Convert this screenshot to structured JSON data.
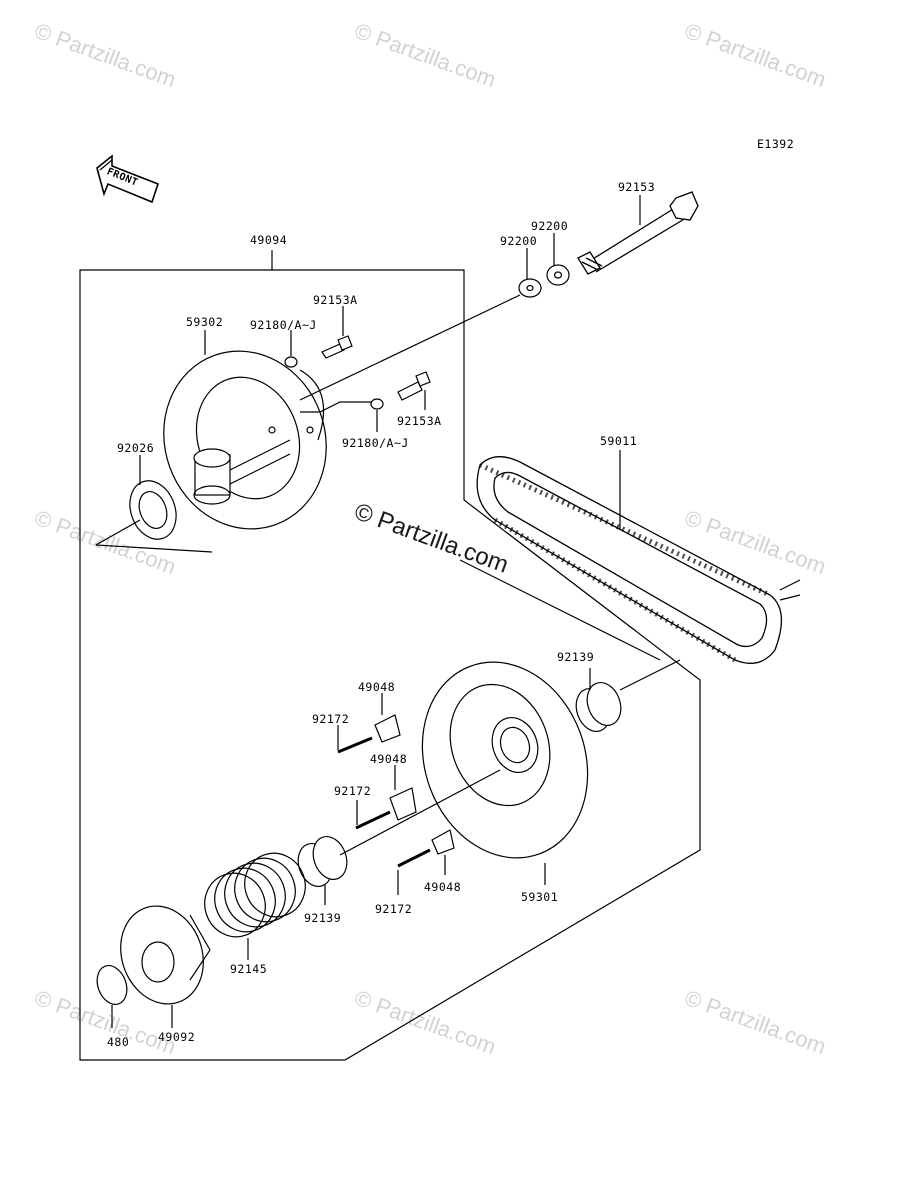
{
  "diagram": {
    "code": "E1392",
    "front_label": "FRONT",
    "watermark_text": "© Partzilla.com",
    "labels": {
      "p92153": "92153",
      "p92200a": "92200",
      "p92200b": "92200",
      "p49094": "49094",
      "p92153A_1": "92153A",
      "p59302": "59302",
      "p92180_1": "92180/A~J",
      "p92153A_2": "92153A",
      "p92180_2": "92180/A~J",
      "p92026": "92026",
      "p59011": "59011",
      "p92139_1": "92139",
      "p49048_1": "49048",
      "p92172_1": "92172",
      "p49048_2": "49048",
      "p92172_2": "92172",
      "p49048_3": "49048",
      "p59301": "59301",
      "p92172_3": "92172",
      "p92139_2": "92139",
      "p92145": "92145",
      "p480": "480",
      "p49092": "49092"
    }
  }
}
